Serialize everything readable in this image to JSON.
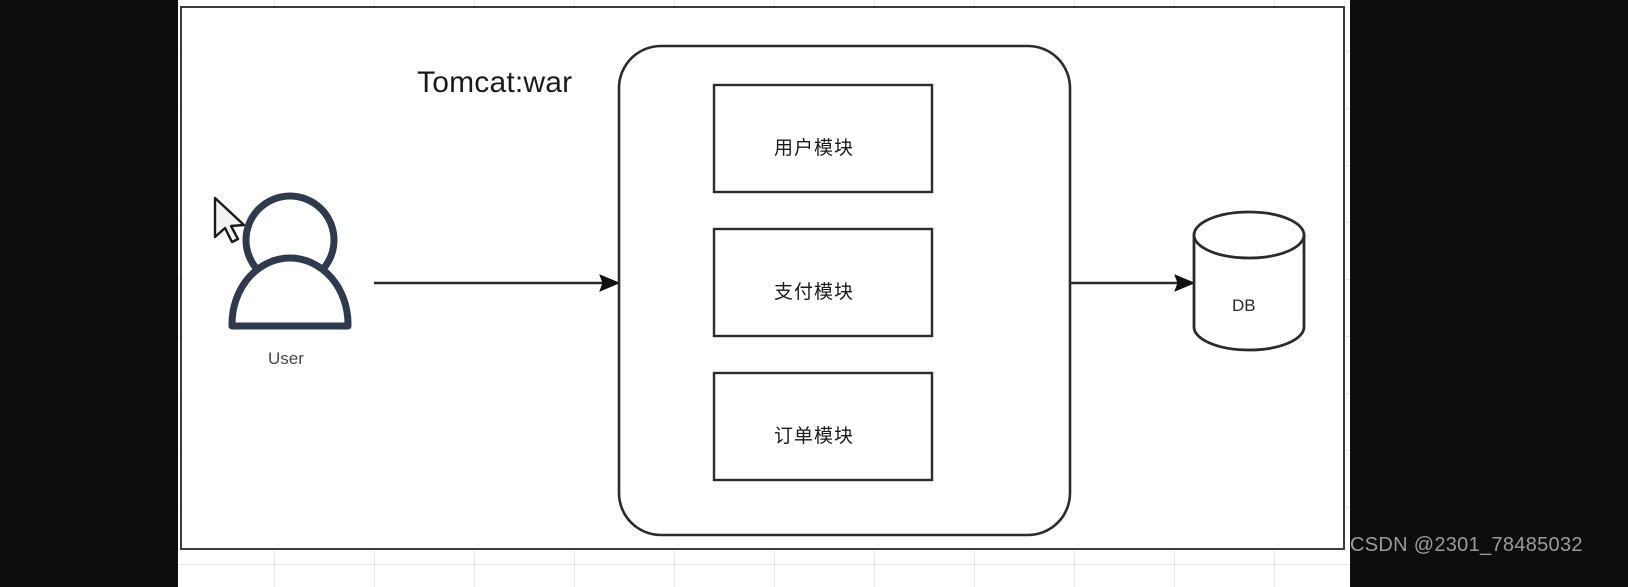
{
  "diagram": {
    "title_label": "Tomcat:war",
    "actor": {
      "name": "user-actor",
      "label": "User",
      "icon": "person-icon"
    },
    "cursor": {
      "name": "mouse-cursor-icon"
    },
    "container": {
      "name": "tomcat-war-container",
      "shape": "rounded-rectangle",
      "modules": [
        {
          "label": "用户模块",
          "name": "module-user"
        },
        {
          "label": "支付模块",
          "name": "module-payment"
        },
        {
          "label": "订单模块",
          "name": "module-order"
        }
      ]
    },
    "database": {
      "name": "database-cylinder",
      "label": "DB",
      "icon": "cylinder-icon"
    },
    "arrows": [
      {
        "name": "arrow-user-to-tomcat",
        "from": "User",
        "to": "Tomcat:war"
      },
      {
        "name": "arrow-tomcat-to-db",
        "from": "Tomcat:war",
        "to": "DB"
      }
    ],
    "colors": {
      "stroke": "#2b2b2b",
      "actor_stroke": "#2e3a4d",
      "canvas_background": "#ffffff",
      "letterbox": "#0d0d0d",
      "grid_line": "#e8e8e8",
      "watermark_text": "#9b9b9b"
    }
  },
  "watermark": {
    "text": "CSDN @2301_78485032"
  }
}
